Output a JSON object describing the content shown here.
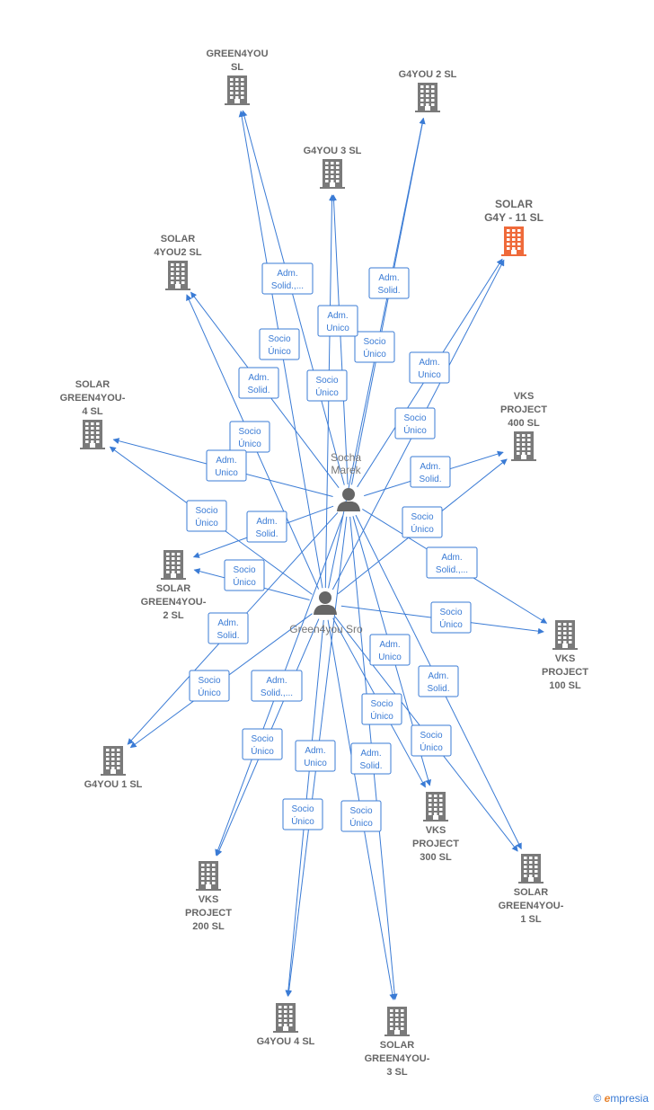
{
  "colors": {
    "edge": "#3a7bd5",
    "company": "#7a7a7a",
    "highlight": "#ef6a3a",
    "person": "#666666"
  },
  "persons": [
    {
      "id": "socha",
      "label": [
        "Socha",
        "Marek"
      ],
      "icon": "person-icon"
    },
    {
      "id": "green",
      "label": [
        "Green4you Sro"
      ],
      "icon": "person-icon"
    }
  ],
  "companies": [
    {
      "id": "green4you_sl",
      "label": [
        "GREEN4YOU",
        "SL"
      ],
      "highlight": false
    },
    {
      "id": "g4you2",
      "label": [
        "G4YOU 2  SL"
      ],
      "highlight": false
    },
    {
      "id": "g4you3",
      "label": [
        "G4YOU 3  SL"
      ],
      "highlight": false
    },
    {
      "id": "solar_g4y11",
      "label": [
        "SOLAR",
        "G4Y -  11  SL"
      ],
      "highlight": true
    },
    {
      "id": "solar_4you2",
      "label": [
        "SOLAR",
        "4YOU2  SL"
      ],
      "highlight": false
    },
    {
      "id": "solar_g4you4",
      "label": [
        "SOLAR",
        "GREEN4YOU-",
        "4  SL"
      ],
      "highlight": false
    },
    {
      "id": "vks400",
      "label": [
        "VKS",
        "PROJECT",
        "400  SL"
      ],
      "highlight": false
    },
    {
      "id": "solar_g4you2",
      "label": [
        "SOLAR",
        "GREEN4YOU-",
        "2  SL"
      ],
      "highlight": false
    },
    {
      "id": "vks100",
      "label": [
        "VKS",
        "PROJECT",
        "100  SL"
      ],
      "highlight": false
    },
    {
      "id": "g4you1",
      "label": [
        "G4YOU 1  SL"
      ],
      "highlight": false
    },
    {
      "id": "vks300",
      "label": [
        "VKS",
        "PROJECT",
        "300  SL"
      ],
      "highlight": false
    },
    {
      "id": "solar_g4you1",
      "label": [
        "SOLAR",
        "GREEN4YOU-",
        "1  SL"
      ],
      "highlight": false
    },
    {
      "id": "vks200",
      "label": [
        "VKS",
        "PROJECT",
        "200  SL"
      ],
      "highlight": false
    },
    {
      "id": "g4you4",
      "label": [
        "G4YOU 4  SL"
      ],
      "highlight": false
    },
    {
      "id": "solar_g4you3",
      "label": [
        "SOLAR",
        "GREEN4YOU-",
        "3  SL"
      ],
      "highlight": false
    }
  ],
  "edges": [
    {
      "from": "socha",
      "to": "green4you_sl",
      "label": [
        "Adm.",
        "Solid.,..."
      ]
    },
    {
      "from": "green",
      "to": "green4you_sl",
      "label": [
        "Socio",
        "Único"
      ]
    },
    {
      "from": "socha",
      "to": "g4you2",
      "label": [
        "Adm.",
        "Solid."
      ]
    },
    {
      "from": "green",
      "to": "g4you2",
      "label": [
        "Socio",
        "Único"
      ]
    },
    {
      "from": "socha",
      "to": "g4you3",
      "label": [
        "Adm.",
        "Unico"
      ]
    },
    {
      "from": "green",
      "to": "g4you3",
      "label": [
        "Socio",
        "Único"
      ]
    },
    {
      "from": "socha",
      "to": "solar_g4y11",
      "label": [
        "Adm.",
        "Unico"
      ]
    },
    {
      "from": "green",
      "to": "solar_g4y11",
      "label": [
        "Socio",
        "Único"
      ]
    },
    {
      "from": "socha",
      "to": "solar_4you2",
      "label": [
        "Adm.",
        "Solid."
      ]
    },
    {
      "from": "green",
      "to": "solar_4you2",
      "label": [
        "Socio",
        "Único"
      ]
    },
    {
      "from": "socha",
      "to": "solar_g4you4",
      "label": [
        "Adm.",
        "Unico"
      ]
    },
    {
      "from": "green",
      "to": "solar_g4you4",
      "label": [
        "Socio",
        "Único"
      ]
    },
    {
      "from": "socha",
      "to": "vks400",
      "label": [
        "Adm.",
        "Solid."
      ]
    },
    {
      "from": "green",
      "to": "vks400",
      "label": [
        "Socio",
        "Único"
      ]
    },
    {
      "from": "socha",
      "to": "solar_g4you2",
      "label": [
        "Adm.",
        "Solid."
      ]
    },
    {
      "from": "green",
      "to": "solar_g4you2",
      "label": [
        "Socio",
        "Único"
      ]
    },
    {
      "from": "socha",
      "to": "vks100",
      "label": [
        "Adm.",
        "Solid.,..."
      ]
    },
    {
      "from": "green",
      "to": "vks100",
      "label": [
        "Socio",
        "Único"
      ]
    },
    {
      "from": "socha",
      "to": "g4you1",
      "label": [
        "Adm.",
        "Solid."
      ]
    },
    {
      "from": "green",
      "to": "g4you1",
      "label": [
        "Socio",
        "Único"
      ]
    },
    {
      "from": "socha",
      "to": "vks300",
      "label": [
        "Adm.",
        "Unico"
      ]
    },
    {
      "from": "green",
      "to": "vks300",
      "label": [
        "Socio",
        "Único"
      ]
    },
    {
      "from": "socha",
      "to": "solar_g4you1",
      "label": [
        "Adm.",
        "Solid."
      ]
    },
    {
      "from": "green",
      "to": "solar_g4you1",
      "label": [
        "Socio",
        "Único"
      ]
    },
    {
      "from": "socha",
      "to": "vks200",
      "label": [
        "Adm.",
        "Solid.,..."
      ]
    },
    {
      "from": "green",
      "to": "vks200",
      "label": [
        "Socio",
        "Único"
      ]
    },
    {
      "from": "socha",
      "to": "g4you4",
      "label": [
        "Adm.",
        "Unico"
      ]
    },
    {
      "from": "green",
      "to": "g4you4",
      "label": [
        "Socio",
        "Único"
      ]
    },
    {
      "from": "socha",
      "to": "solar_g4you3",
      "label": [
        "Adm.",
        "Solid."
      ]
    },
    {
      "from": "green",
      "to": "solar_g4you3",
      "label": [
        "Socio",
        "Único"
      ]
    }
  ],
  "brand": {
    "copyright": "©",
    "initial": "e",
    "rest": "mpresia"
  }
}
